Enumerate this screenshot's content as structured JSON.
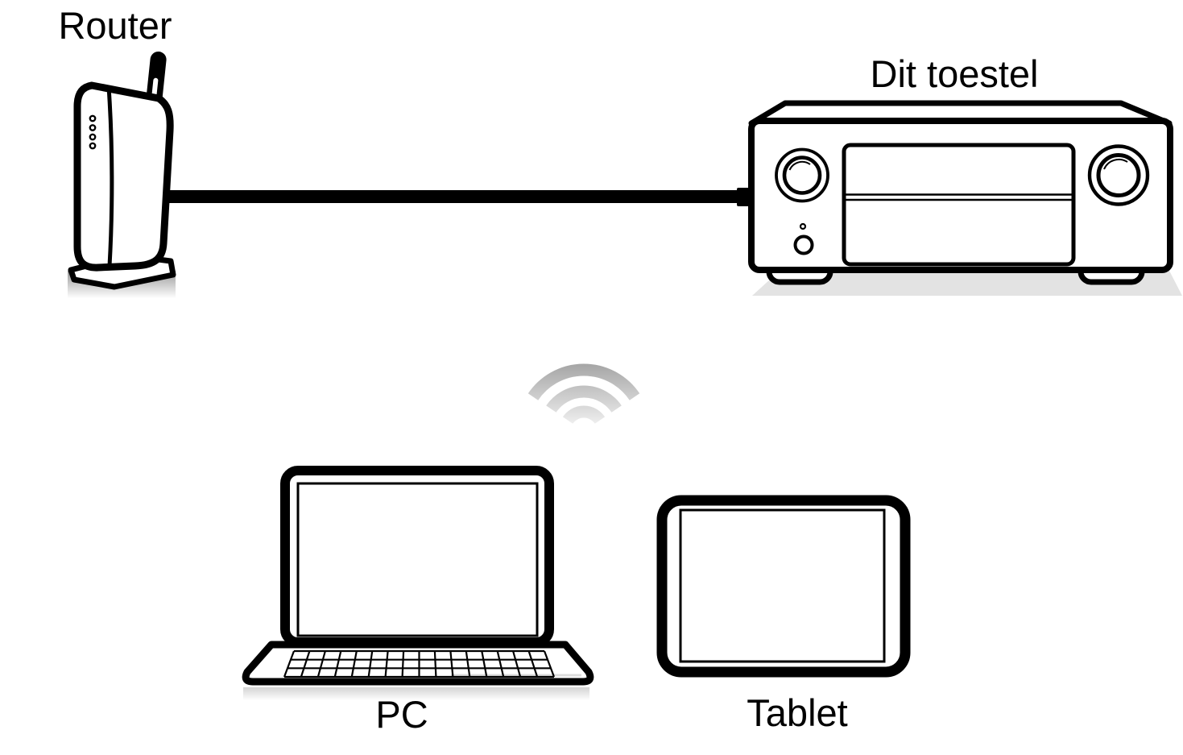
{
  "diagram": {
    "labels": {
      "router": "Router",
      "receiver": "Dit toestel",
      "pc": "PC",
      "tablet": "Tablet"
    },
    "connections": [
      {
        "from": "Router",
        "to": "Dit toestel",
        "type": "wired"
      },
      {
        "from": "Dit toestel",
        "to": "PC",
        "type": "wireless"
      },
      {
        "from": "Dit toestel",
        "to": "Tablet",
        "type": "wireless"
      }
    ],
    "colors": {
      "outline": "#000000",
      "device_fill": "#ffffff",
      "shadow": "#e3e3e3",
      "wifi_gradient_top": "#a0a0a0",
      "wifi_gradient_bottom": "#efefef"
    }
  }
}
